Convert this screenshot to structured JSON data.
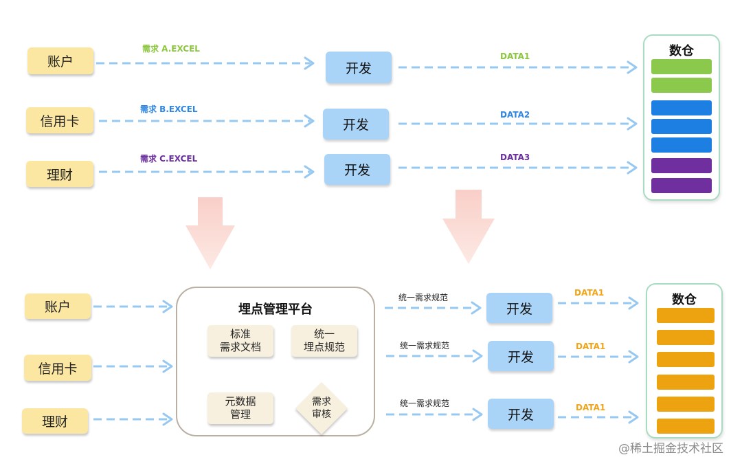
{
  "top": {
    "sources": [
      "账户",
      "信用卡",
      "理财"
    ],
    "requirement_labels": [
      "需求 A.EXCEL",
      "需求 B.EXCEL",
      "需求 C.EXCEL"
    ],
    "label_colors": [
      "#8cc63f",
      "#2f86e0",
      "#6a2e9e"
    ],
    "dev_label": "开发",
    "data_labels": [
      "DATA1",
      "DATA2",
      "DATA3"
    ],
    "warehouse": {
      "title": "数仓",
      "bar_colors": [
        "#8bc94c",
        "#8bc94c",
        "#1e7fe3",
        "#1e7fe3",
        "#1e7fe3",
        "#6f2f9f",
        "#6f2f9f"
      ]
    }
  },
  "bottom": {
    "sources": [
      "账户",
      "信用卡",
      "理财"
    ],
    "platform": {
      "title": "埋点管理平台",
      "items": {
        "standard_doc": [
          "标准",
          "需求文档"
        ],
        "unified_spec": [
          "统一",
          "埋点规范"
        ],
        "metadata": [
          "元数据",
          "管理"
        ],
        "review": [
          "需求",
          "审核"
        ]
      }
    },
    "spec_label": "统一需求规范",
    "dev_label": "开发",
    "data_label": "DATA1",
    "data_color": "#f0a418",
    "warehouse": {
      "title": "数仓",
      "bar_color": "#eda20f",
      "bar_count": 6
    }
  },
  "watermark": "@稀土掘金技术社区"
}
